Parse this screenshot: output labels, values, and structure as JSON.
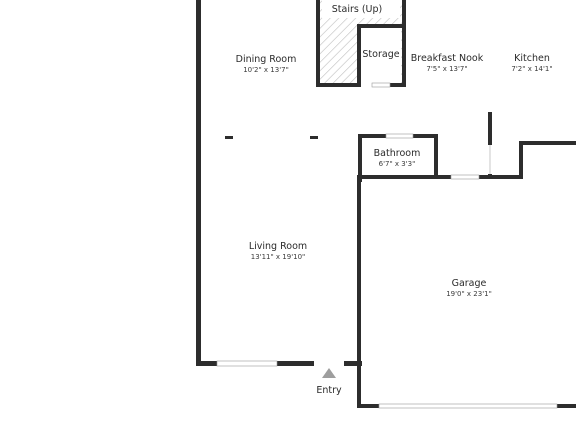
{
  "rooms": {
    "stairs": {
      "name": "Stairs (Up)"
    },
    "storage": {
      "name": "Storage"
    },
    "dining": {
      "name": "Dining Room",
      "dims": "10'2\" x 13'7\""
    },
    "breakfast": {
      "name": "Breakfast Nook",
      "dims": "7'5\" x 13'7\""
    },
    "kitchen": {
      "name": "Kitchen",
      "dims": "7'2\" x 14'1\""
    },
    "bathroom": {
      "name": "Bathroom",
      "dims": "6'7\" x 3'3\""
    },
    "living": {
      "name": "Living Room",
      "dims": "13'11\" x 19'10\""
    },
    "garage": {
      "name": "Garage",
      "dims": "19'0\" x 23'1\""
    }
  },
  "entry": {
    "label": "Entry"
  },
  "colors": {
    "wall": "#2d2d2d",
    "hatch": "#bdbdbd",
    "entry_marker": "#9e9e9e"
  }
}
